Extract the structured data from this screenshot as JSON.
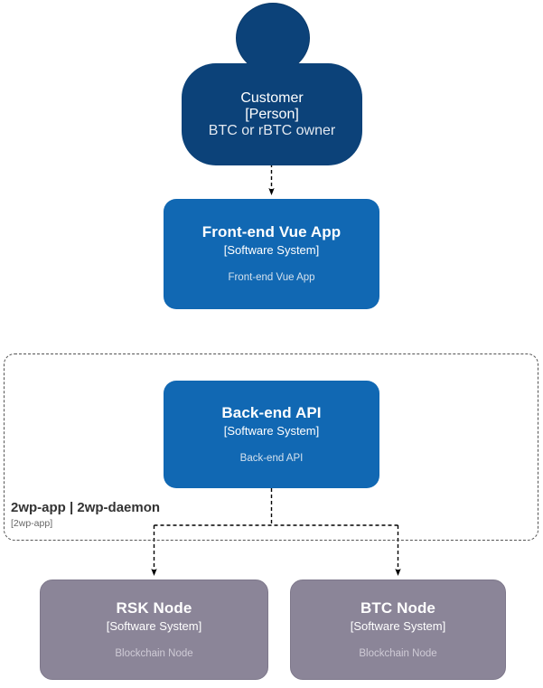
{
  "diagram": {
    "type": "C4 System Context Diagram",
    "background_color": "#ffffff",
    "person_color": "#0c4279",
    "system_color": "#1168b3",
    "external_system_color": "#8b8598",
    "connector_color": "#000000"
  },
  "nodes": {
    "customer": {
      "title": "Customer",
      "type": "[Person]",
      "description": "BTC or rBTC owner"
    },
    "frontend": {
      "title": "Front-end Vue App",
      "type": "[Software System]",
      "description": "Front-end Vue App"
    },
    "backend": {
      "title": "Back-end API",
      "type": "[Software System]",
      "description": "Back-end API"
    },
    "rsk_node": {
      "title": "RSK Node",
      "type": "[Software System]",
      "description": "Blockchain Node"
    },
    "btc_node": {
      "title": "BTC Node",
      "type": "[Software System]",
      "description": "Blockchain Node"
    }
  },
  "boundary": {
    "title": "2wp-app | 2wp-daemon",
    "type": "[2wp-app]"
  },
  "connectors": [
    {
      "name": "customer-to-frontend",
      "from": "customer",
      "to": "frontend",
      "style": "dashed",
      "arrow": "down"
    },
    {
      "name": "frontend-to-backend",
      "from": "frontend",
      "to": "backend",
      "style": "none",
      "arrow": "none"
    },
    {
      "name": "backend-to-rsk-node",
      "from": "backend",
      "to": "rsk_node",
      "style": "dashed",
      "arrow": "down"
    },
    {
      "name": "backend-to-btc-node",
      "from": "backend",
      "to": "btc_node",
      "style": "dashed",
      "arrow": "down"
    }
  ]
}
